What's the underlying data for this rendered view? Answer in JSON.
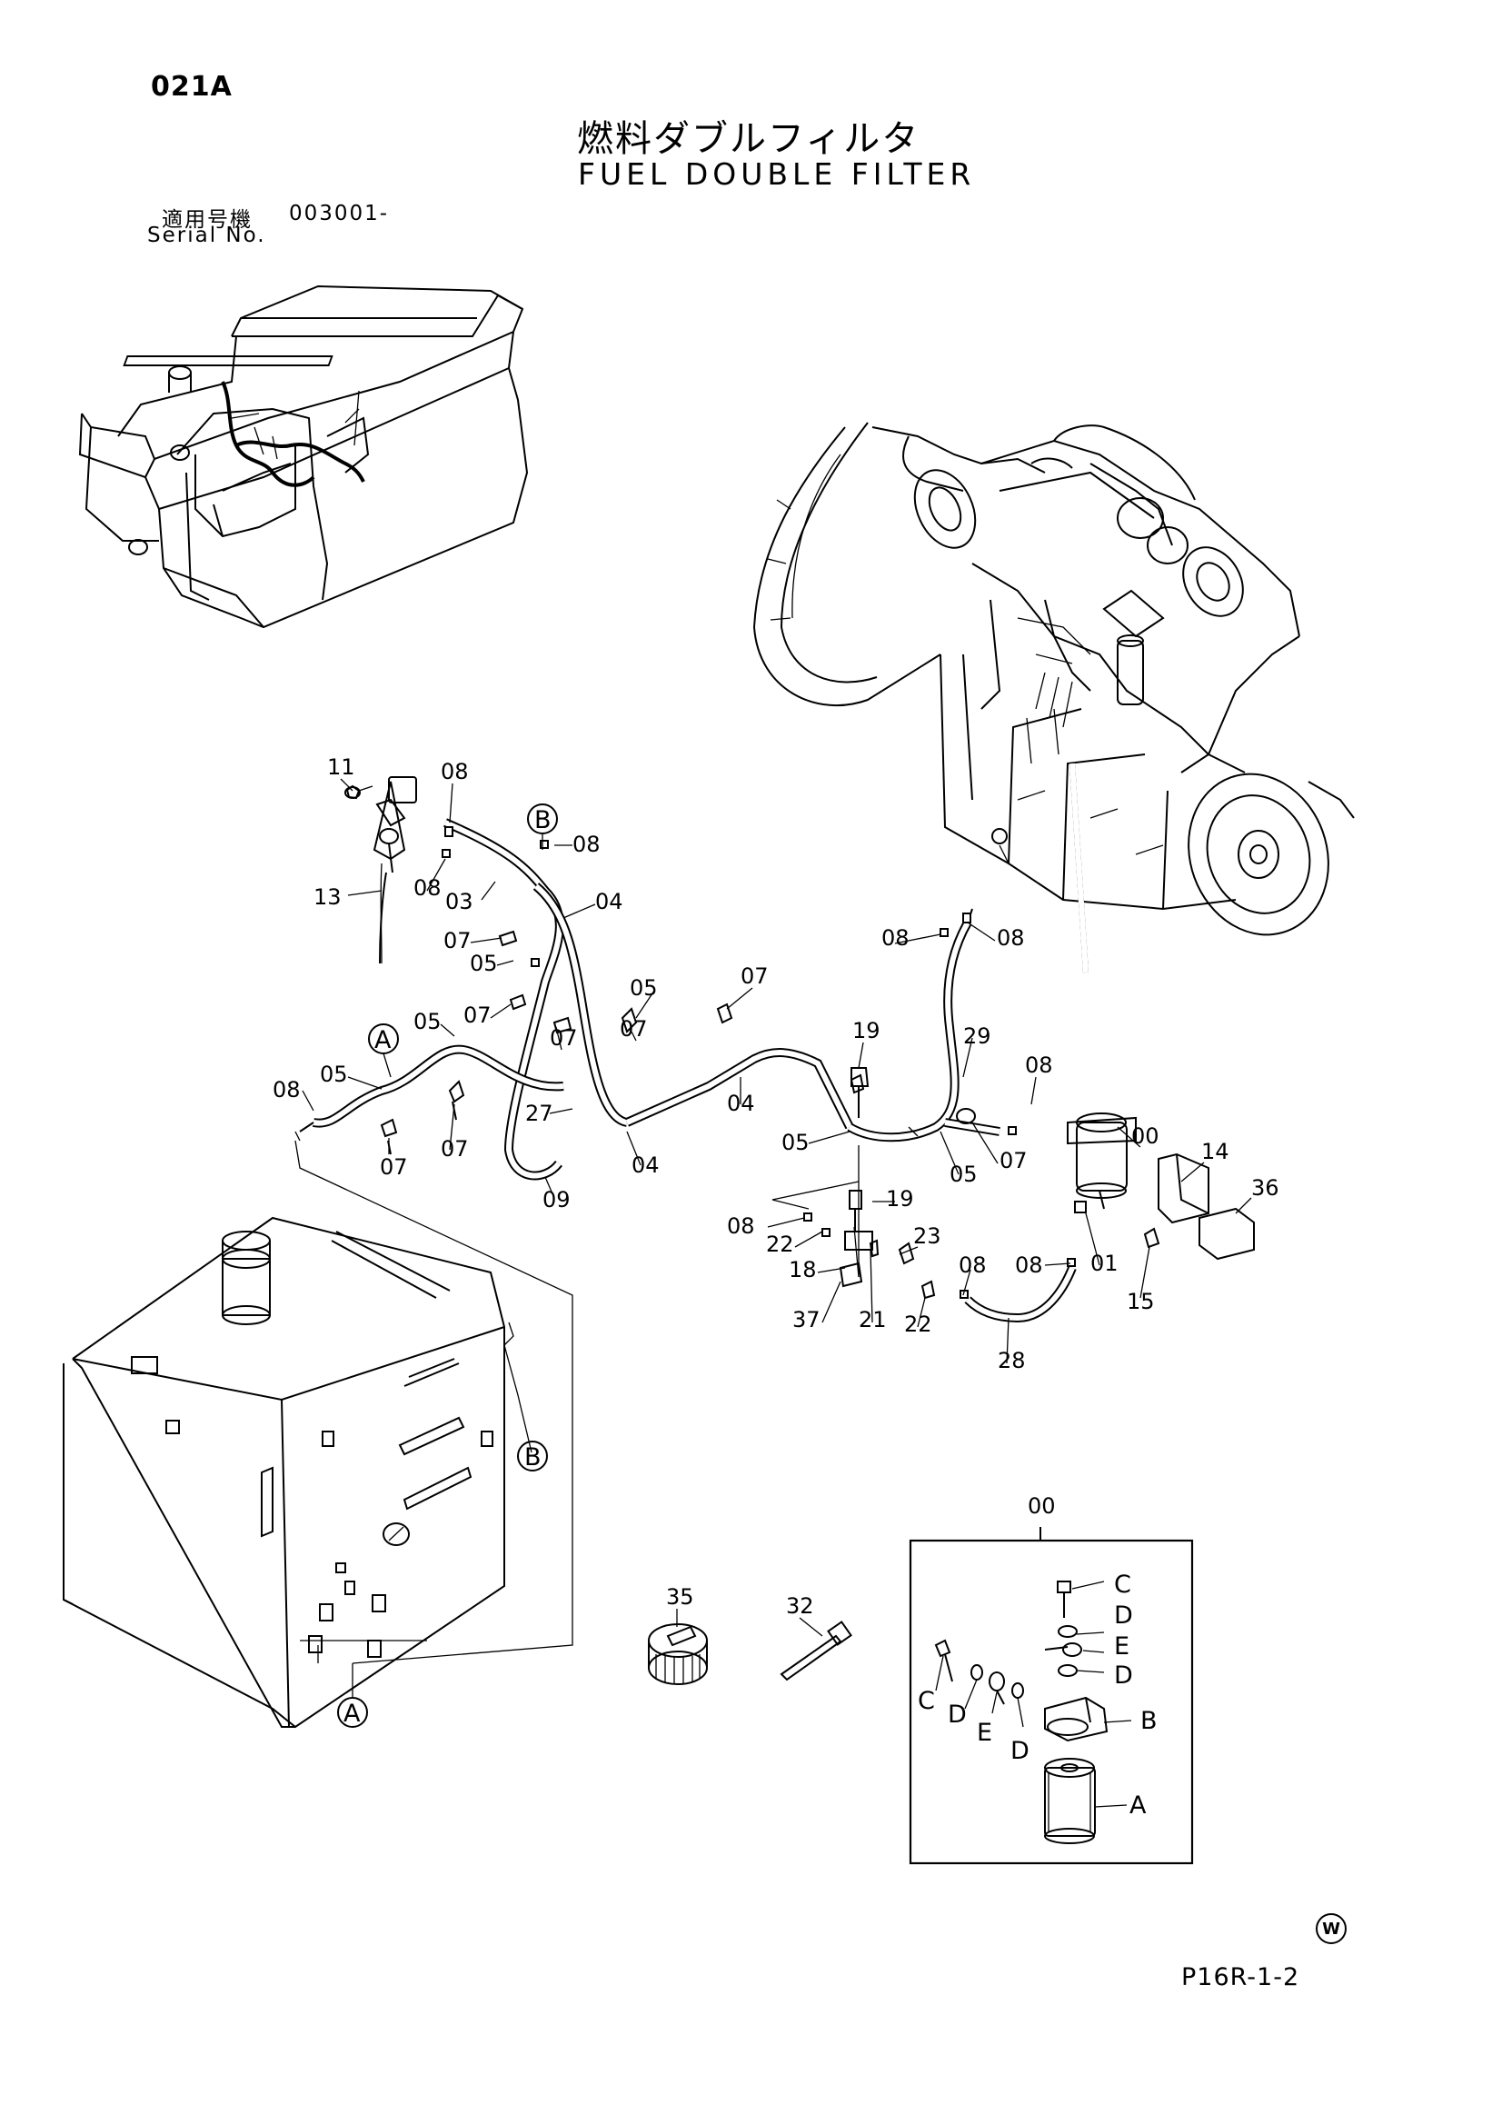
{
  "header": {
    "page_code": "021A",
    "title_jp": "燃料ダブルフィルタ",
    "title_en": "FUEL DOUBLE FILTER",
    "serial_label_jp": "適用号機",
    "serial_number": "003001-",
    "serial_label_en": "Serial No."
  },
  "footer": {
    "drawing_code": "P16R-1-2",
    "mark": "W"
  },
  "callouts": [
    {
      "id": "c11",
      "text": "11"
    },
    {
      "id": "c08a",
      "text": "08"
    },
    {
      "id": "c08b",
      "text": "08"
    },
    {
      "id": "c08c",
      "text": "08"
    },
    {
      "id": "c13",
      "text": "13"
    },
    {
      "id": "c03",
      "text": "03"
    },
    {
      "id": "c04a",
      "text": "04"
    },
    {
      "id": "c07a",
      "text": "07"
    },
    {
      "id": "c05a",
      "text": "05"
    },
    {
      "id": "c07b",
      "text": "07"
    },
    {
      "id": "c05b",
      "text": "05"
    },
    {
      "id": "c05c",
      "text": "05"
    },
    {
      "id": "c07c",
      "text": "07"
    },
    {
      "id": "c07d",
      "text": "07"
    },
    {
      "id": "c08d",
      "text": "08"
    },
    {
      "id": "c05d",
      "text": "05"
    },
    {
      "id": "c07e",
      "text": "07"
    },
    {
      "id": "c07f",
      "text": "07"
    },
    {
      "id": "c27",
      "text": "27"
    },
    {
      "id": "c09",
      "text": "09"
    },
    {
      "id": "c04b",
      "text": "04"
    },
    {
      "id": "c07g",
      "text": "07"
    },
    {
      "id": "c04c",
      "text": "04"
    },
    {
      "id": "c19a",
      "text": "19"
    },
    {
      "id": "c05e",
      "text": "05"
    },
    {
      "id": "c08e",
      "text": "08"
    },
    {
      "id": "c08f",
      "text": "08"
    },
    {
      "id": "c29",
      "text": "29"
    },
    {
      "id": "c08g",
      "text": "08"
    },
    {
      "id": "c05f",
      "text": "05"
    },
    {
      "id": "c07h",
      "text": "07"
    },
    {
      "id": "c00a",
      "text": "00"
    },
    {
      "id": "c14",
      "text": "14"
    },
    {
      "id": "c36",
      "text": "36"
    },
    {
      "id": "c19b",
      "text": "19"
    },
    {
      "id": "c08h",
      "text": "08"
    },
    {
      "id": "c22a",
      "text": "22"
    },
    {
      "id": "c23",
      "text": "23"
    },
    {
      "id": "c18",
      "text": "18"
    },
    {
      "id": "c37",
      "text": "37"
    },
    {
      "id": "c21",
      "text": "21"
    },
    {
      "id": "c22b",
      "text": "22"
    },
    {
      "id": "c08i",
      "text": "08"
    },
    {
      "id": "c08j",
      "text": "08"
    },
    {
      "id": "c01",
      "text": "01"
    },
    {
      "id": "c15",
      "text": "15"
    },
    {
      "id": "c28",
      "text": "28"
    },
    {
      "id": "c35",
      "text": "35"
    },
    {
      "id": "c32",
      "text": "32"
    },
    {
      "id": "c00b",
      "text": "00"
    },
    {
      "id": "cC1",
      "text": "C"
    },
    {
      "id": "cD1",
      "text": "D"
    },
    {
      "id": "cE1",
      "text": "E"
    },
    {
      "id": "cD2",
      "text": "D"
    },
    {
      "id": "cC2",
      "text": "C"
    },
    {
      "id": "cD3",
      "text": "D"
    },
    {
      "id": "cE2",
      "text": "E"
    },
    {
      "id": "cD4",
      "text": "D"
    },
    {
      "id": "cB",
      "text": "B"
    },
    {
      "id": "cA",
      "text": "A"
    }
  ],
  "connectors": [
    {
      "id": "pB1",
      "text": "B"
    },
    {
      "id": "pA1",
      "text": "A"
    },
    {
      "id": "pB2",
      "text": "B"
    },
    {
      "id": "pA2",
      "text": "A"
    }
  ]
}
